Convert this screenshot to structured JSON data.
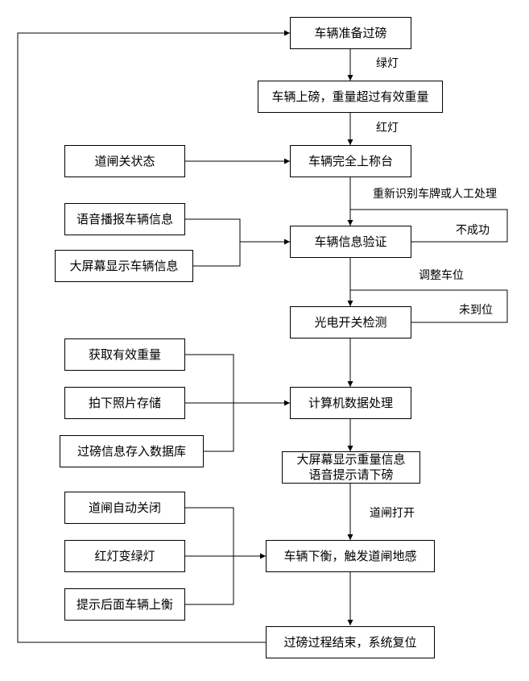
{
  "nodes": {
    "prepare": "车辆准备过磅",
    "on_scale": "车辆上磅，重量超过有效重量",
    "fully_on": "车辆完全上称台",
    "gate_status": "道闸关状态",
    "voice_info": "语音播报车辆信息",
    "screen_info": "大屏幕显示车辆信息",
    "verify": "车辆信息验证",
    "photo_detect": "光电开关检测",
    "get_weight": "获取有效重量",
    "take_photo": "拍下照片存储",
    "save_db": "过磅信息存入数据库",
    "compute": "计算机数据处理",
    "screen_weight_line1": "大屏幕显示重量信息",
    "screen_weight_line2": "语音提示请下磅",
    "gate_close": "道闸自动关闭",
    "light_change": "红灯变绿灯",
    "prompt_next": "提示后面车辆上衡",
    "leave_scale": "车辆下衡，触发道闸地感",
    "end": "过磅过程结束，系统复位"
  },
  "labels": {
    "green_light": "绿灯",
    "red_light": "红灯",
    "re_identify": "重新识别车牌或人工处理",
    "failed": "不成功",
    "adjust_position": "调整车位",
    "not_in_place": "未到位",
    "gate_open": "道闸打开"
  }
}
